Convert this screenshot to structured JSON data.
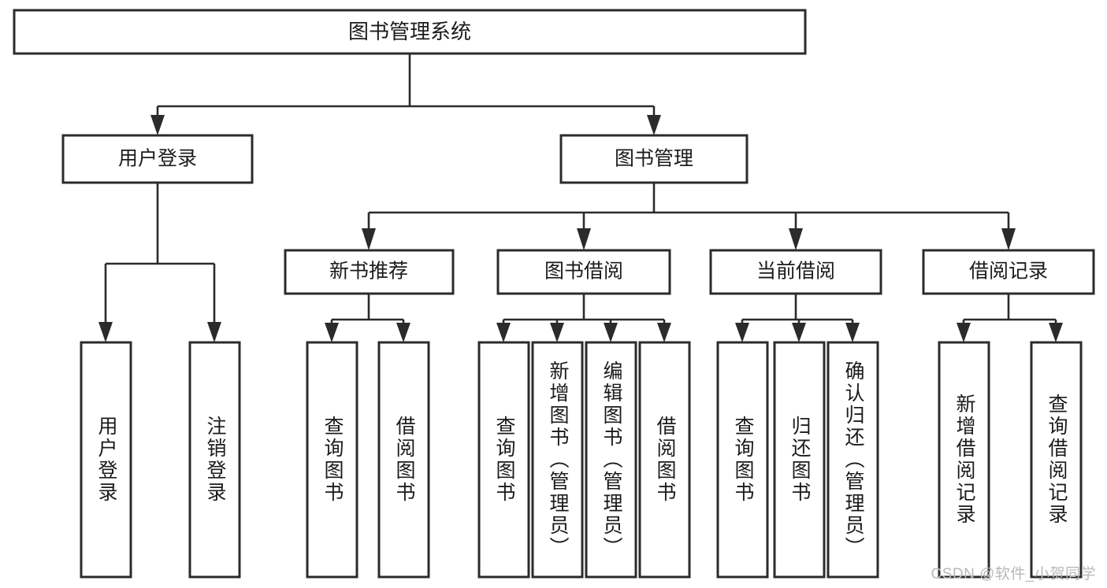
{
  "diagram": {
    "title": "图书管理系统",
    "watermark": "CSDN @软件_小贺同学",
    "colors": {
      "stroke": "#2b2b2b",
      "fill": "#ffffff",
      "text": "#1b1b1b",
      "watermark": "#b9b9b9",
      "background": "#ffffff"
    },
    "root": {
      "label": "图书管理系统"
    },
    "level2": [
      {
        "label": "用户登录"
      },
      {
        "label": "图书管理"
      }
    ],
    "level3": [
      {
        "label": "新书推荐"
      },
      {
        "label": "图书借阅"
      },
      {
        "label": "当前借阅"
      },
      {
        "label": "借阅记录"
      }
    ],
    "leaves": [
      {
        "label": "用户登录",
        "parent": "用户登录"
      },
      {
        "label": "注销登录",
        "parent": "用户登录"
      },
      {
        "label": "查询图书",
        "parent": "新书推荐"
      },
      {
        "label": "借阅图书",
        "parent": "新书推荐"
      },
      {
        "label": "查询图书",
        "parent": "图书借阅"
      },
      {
        "label": "新增图书（管理员）",
        "parent": "图书借阅"
      },
      {
        "label": "编辑图书（管理员）",
        "parent": "图书借阅"
      },
      {
        "label": "借阅图书",
        "parent": "图书借阅"
      },
      {
        "label": "查询图书",
        "parent": "当前借阅"
      },
      {
        "label": "归还图书",
        "parent": "当前借阅"
      },
      {
        "label": "确认归还（管理员）",
        "parent": "当前借阅"
      },
      {
        "label": "新增借阅记录",
        "parent": "借阅记录"
      },
      {
        "label": "查询借阅记录",
        "parent": "借阅记录"
      }
    ]
  }
}
